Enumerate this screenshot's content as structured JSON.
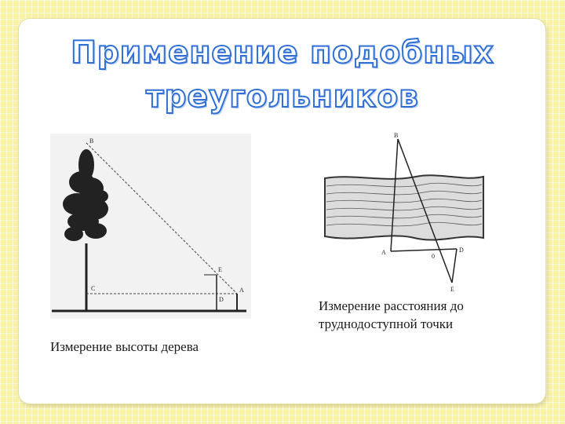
{
  "title": {
    "line1": "Применение подобных",
    "line2": "треугольников"
  },
  "figures": {
    "tree": {
      "caption": "Измерение высоты дерева",
      "labels": {
        "b": "B",
        "e": "E",
        "c": "C",
        "d": "D",
        "a": "A"
      }
    },
    "river": {
      "caption_line1": "Измерение расстояния до",
      "caption_line2": "труднодоступной точки",
      "labels": {
        "b": "B",
        "a": "A",
        "o": "0",
        "d": "D",
        "e": "E"
      }
    }
  }
}
